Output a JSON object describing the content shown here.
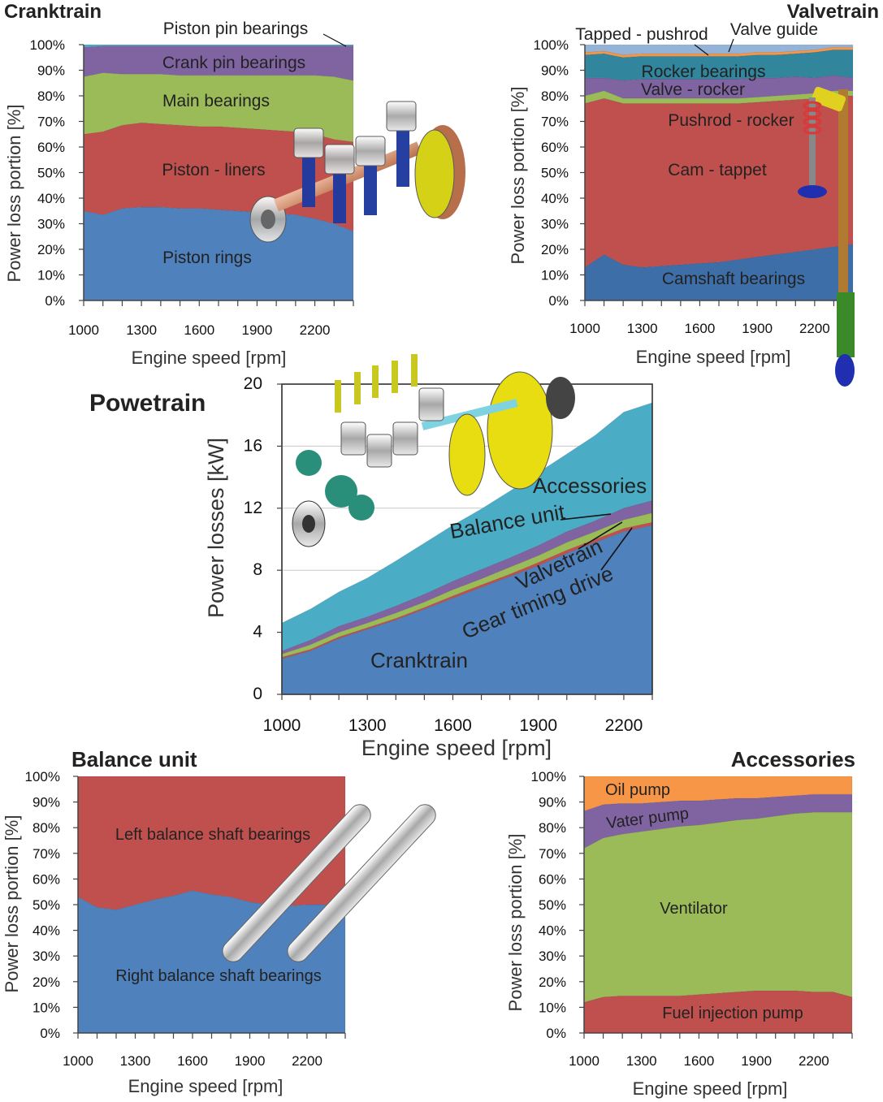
{
  "chart_data": [
    {
      "id": "cranktrain",
      "type": "area",
      "stacking": "percent",
      "title": "Cranktrain",
      "xlabel": "Engine speed [rpm]",
      "ylabel": "Power loss portion [%]",
      "x": [
        1000,
        1100,
        1200,
        1300,
        1400,
        1500,
        1600,
        1700,
        1800,
        1900,
        2000,
        2100,
        2200,
        2300,
        2400
      ],
      "xticks": [
        "1000",
        "1300",
        "1600",
        "1900",
        "2200"
      ],
      "xtick_values": [
        1000,
        1300,
        1600,
        1900,
        2200
      ],
      "yticks": [
        "0%",
        "10%",
        "20%",
        "30%",
        "40%",
        "50%",
        "60%",
        "70%",
        "80%",
        "90%",
        "100%"
      ],
      "xlim": [
        1000,
        2400
      ],
      "ylim": [
        0,
        100
      ],
      "series": [
        {
          "name": "Piston rings",
          "color": "#4f81bd",
          "values": [
            35,
            33.5,
            36,
            36.5,
            36.5,
            36,
            36,
            35.5,
            35,
            34.5,
            34,
            33.5,
            32,
            30,
            27
          ]
        },
        {
          "name": "Piston - liners",
          "color": "#c0504d",
          "values": [
            30,
            32.5,
            32.5,
            33,
            32.5,
            32.5,
            32,
            32.5,
            32.5,
            32.5,
            32.5,
            32.5,
            33,
            33,
            35
          ]
        },
        {
          "name": "Main bearings",
          "color": "#9bbb59",
          "values": [
            22.5,
            23,
            20,
            19,
            19.5,
            19.5,
            20,
            20,
            20.5,
            21,
            21.5,
            22,
            23,
            24.5,
            24
          ]
        },
        {
          "name": "Crank pin bearings",
          "color": "#8064a2",
          "values": [
            11.5,
            10.5,
            11,
            11,
            11,
            11.5,
            11.5,
            11.5,
            11.5,
            11.5,
            11.5,
            11.5,
            11.5,
            12,
            13.5
          ]
        },
        {
          "name": "Piston pin bearings",
          "color": "#4bacc6",
          "values": [
            1,
            0.5,
            0.5,
            0.5,
            0.5,
            0.5,
            0.5,
            0.5,
            0.5,
            0.5,
            0.5,
            0.5,
            0.5,
            0.5,
            0.5
          ]
        }
      ]
    },
    {
      "id": "valvetrain",
      "type": "area",
      "stacking": "percent",
      "title": "Valvetrain",
      "xlabel": "Engine speed [rpm]",
      "ylabel": "Power loss portion [%]",
      "x": [
        1000,
        1100,
        1200,
        1300,
        1400,
        1500,
        1600,
        1700,
        1800,
        1900,
        2000,
        2100,
        2200,
        2300,
        2400
      ],
      "xticks": [
        "1000",
        "1300",
        "1600",
        "1900",
        "2200"
      ],
      "xtick_values": [
        1000,
        1300,
        1600,
        1900,
        2200
      ],
      "yticks": [
        "0%",
        "10%",
        "20%",
        "30%",
        "40%",
        "50%",
        "60%",
        "70%",
        "80%",
        "90%",
        "100%"
      ],
      "xlim": [
        1000,
        2400
      ],
      "ylim": [
        0,
        100
      ],
      "series": [
        {
          "name": "Camshaft bearings",
          "color": "#3d6ea8",
          "values": [
            13,
            18,
            14,
            13,
            13.5,
            14,
            14.5,
            15,
            16,
            17,
            18,
            19,
            20,
            21,
            22
          ]
        },
        {
          "name": "Cam - tappet",
          "color": "#c0504d",
          "values": [
            64,
            61,
            63,
            64,
            63.5,
            63,
            62.5,
            62,
            61,
            60.5,
            60,
            59.5,
            59,
            59,
            58
          ]
        },
        {
          "name": "Pushrod - rocker",
          "color": "#9bbb59",
          "values": [
            3,
            3,
            2,
            2,
            2,
            2,
            2,
            2,
            2,
            2,
            2,
            2,
            2,
            2,
            2
          ]
        },
        {
          "name": "Valve - rocker",
          "color": "#8064a2",
          "values": [
            7,
            5,
            7,
            7.5,
            7.5,
            7.5,
            7.5,
            7.5,
            7.5,
            7.5,
            7,
            7,
            6,
            6,
            5
          ]
        },
        {
          "name": "Rocker bearings",
          "color": "#31859c",
          "values": [
            9,
            9.5,
            9,
            9,
            9,
            9,
            9,
            9,
            9,
            9,
            9,
            9,
            10,
            10,
            11
          ]
        },
        {
          "name": "Tapped - pushrod",
          "color": "#f79646",
          "values": [
            1,
            1,
            1,
            1,
            1,
            1,
            1,
            1,
            1,
            1,
            1,
            1,
            1,
            1,
            1
          ]
        },
        {
          "name": "Valve guide",
          "color": "#95b3d7",
          "values": [
            3,
            2.5,
            4,
            3.5,
            3.5,
            3.5,
            3.5,
            3.5,
            3.5,
            3,
            3,
            2.5,
            2,
            1,
            1
          ]
        }
      ]
    },
    {
      "id": "powertrain",
      "type": "area",
      "stacking": "absolute",
      "title": "Powetrain",
      "xlabel": "Engine speed [rpm]",
      "ylabel": "Power losses [kW]",
      "x": [
        1000,
        1100,
        1200,
        1300,
        1400,
        1500,
        1600,
        1700,
        1800,
        1900,
        2000,
        2100,
        2200,
        2300
      ],
      "xticks": [
        "1000",
        "1300",
        "1600",
        "1900",
        "2200"
      ],
      "xtick_values": [
        1000,
        1300,
        1600,
        1900,
        2200
      ],
      "yticks": [
        "0",
        "4",
        "8",
        "12",
        "16",
        "20"
      ],
      "ytick_values": [
        0,
        4,
        8,
        12,
        16,
        20
      ],
      "xlim": [
        1000,
        2300
      ],
      "ylim": [
        0,
        20
      ],
      "series": [
        {
          "name": "Cranktrain",
          "color": "#4f81bd",
          "values": [
            2.3,
            2.8,
            3.6,
            4.2,
            4.8,
            5.5,
            6.2,
            6.9,
            7.6,
            8.3,
            9.1,
            9.8,
            10.5,
            10.9
          ]
        },
        {
          "name": "Gear timing drive",
          "color": "#c0504d",
          "values": [
            0.1,
            0.1,
            0.1,
            0.1,
            0.1,
            0.1,
            0.15,
            0.15,
            0.15,
            0.2,
            0.2,
            0.2,
            0.2,
            0.2
          ]
        },
        {
          "name": "Valvetrain",
          "color": "#9bbb59",
          "values": [
            0.2,
            0.3,
            0.3,
            0.3,
            0.35,
            0.35,
            0.4,
            0.4,
            0.45,
            0.45,
            0.5,
            0.5,
            0.55,
            0.6
          ]
        },
        {
          "name": "Balance unit",
          "color": "#8064a2",
          "values": [
            0.2,
            0.3,
            0.4,
            0.4,
            0.45,
            0.5,
            0.55,
            0.6,
            0.6,
            0.65,
            0.7,
            0.7,
            0.75,
            0.8
          ]
        },
        {
          "name": "Accessories",
          "color": "#4bacc6",
          "values": [
            1.8,
            2.0,
            2.2,
            2.5,
            2.9,
            3.3,
            3.6,
            3.9,
            4.3,
            4.7,
            5.0,
            5.5,
            6.2,
            6.3
          ]
        }
      ],
      "annotations": [
        "Balance unit",
        "Valvetrain",
        "Gear timing drive"
      ]
    },
    {
      "id": "balance",
      "type": "area",
      "stacking": "percent",
      "title": "Balance unit",
      "xlabel": "Engine speed [rpm]",
      "ylabel": "Power loss portion [%]",
      "x": [
        1000,
        1100,
        1200,
        1300,
        1400,
        1500,
        1600,
        1700,
        1800,
        1900,
        2000,
        2100,
        2200,
        2300,
        2400
      ],
      "xticks": [
        "1000",
        "1300",
        "1600",
        "1900",
        "2200"
      ],
      "xtick_values": [
        1000,
        1300,
        1600,
        1900,
        2200
      ],
      "yticks": [
        "0%",
        "10%",
        "20%",
        "30%",
        "40%",
        "50%",
        "60%",
        "70%",
        "80%",
        "90%",
        "100%"
      ],
      "xlim": [
        1000,
        2400
      ],
      "ylim": [
        0,
        100
      ],
      "series": [
        {
          "name": "Right balance shaft bearings",
          "color": "#4f81bd",
          "values": [
            53,
            49,
            48,
            50,
            52,
            53.5,
            55.5,
            54,
            53,
            51,
            50,
            49.5,
            50,
            50,
            50
          ]
        },
        {
          "name": "Left balance shaft bearings",
          "color": "#c0504d",
          "values": [
            47,
            51,
            52,
            50,
            48,
            46.5,
            44.5,
            46,
            47,
            49,
            50,
            50.5,
            50,
            50,
            50
          ]
        }
      ]
    },
    {
      "id": "accessories",
      "type": "area",
      "stacking": "percent",
      "title": "Accessories",
      "xlabel": "Engine speed [rpm]",
      "ylabel": "Power loss portion [%]",
      "x": [
        1000,
        1100,
        1200,
        1300,
        1400,
        1500,
        1600,
        1700,
        1800,
        1900,
        2000,
        2100,
        2200,
        2300,
        2400
      ],
      "xticks": [
        "1000",
        "1300",
        "1600",
        "1900",
        "2200"
      ],
      "xtick_values": [
        1000,
        1300,
        1600,
        1900,
        2200
      ],
      "yticks": [
        "0%",
        "10%",
        "20%",
        "30%",
        "40%",
        "50%",
        "60%",
        "70%",
        "80%",
        "90%",
        "100%"
      ],
      "xlim": [
        1000,
        2400
      ],
      "ylim": [
        0,
        100
      ],
      "series": [
        {
          "name": "Fuel injection pump",
          "color": "#c0504d",
          "values": [
            12,
            14,
            14.5,
            14.5,
            14.5,
            14.5,
            15,
            15.5,
            16,
            16.5,
            16.5,
            16.5,
            16,
            16,
            14
          ]
        },
        {
          "name": "Ventilator",
          "color": "#9bbb59",
          "values": [
            60,
            62,
            63,
            64,
            65,
            66,
            66,
            66.5,
            67,
            67,
            68,
            69,
            70,
            70,
            72
          ]
        },
        {
          "name": "Vater pump",
          "color": "#8064a2",
          "values": [
            14.5,
            13,
            12,
            11,
            10.5,
            10,
            9.5,
            9,
            8.5,
            8,
            7.5,
            7,
            7,
            7,
            7
          ]
        },
        {
          "name": "Oil pump",
          "color": "#f79646",
          "values": [
            13.5,
            11,
            10.5,
            10.5,
            10,
            9.5,
            9.5,
            9,
            8.5,
            8.5,
            8,
            7.5,
            7,
            7,
            7
          ]
        }
      ]
    }
  ]
}
